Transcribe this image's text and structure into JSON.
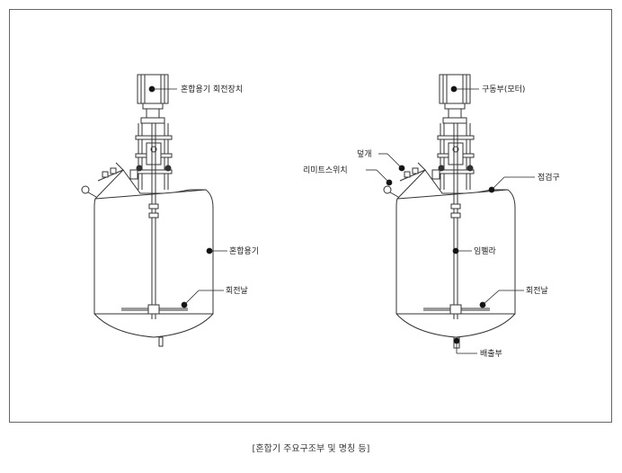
{
  "caption": "[혼합기 주요구조부 및 명칭 등]",
  "left_vessel": {
    "labels": {
      "rotation_device": "혼합용기 회전장치",
      "mixing_vessel": "혼합용기",
      "rotating_blade": "회전날"
    }
  },
  "right_vessel": {
    "labels": {
      "drive_motor": "구동부(모터)",
      "cover": "덮개",
      "limit_switch": "리미트스위치",
      "inspection_port": "점검구",
      "impeller": "임펠라",
      "rotating_blade": "회전날",
      "discharge": "배출부"
    }
  }
}
